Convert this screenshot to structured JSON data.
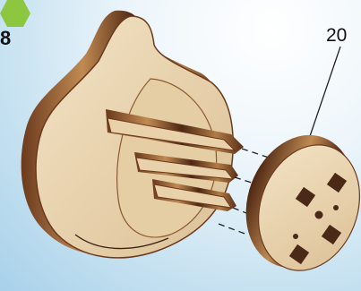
{
  "step": {
    "number": "8"
  },
  "callout": {
    "part_number": "20"
  },
  "colors": {
    "badge_green": "#8dc63f",
    "plywood_light": "#ecd7b2",
    "plywood_mid": "#c79a62",
    "plywood_dark": "#5a2e17",
    "background_blue": "#b5d9ee"
  },
  "icons": {
    "step_badge": "hexagon-badge",
    "guide_lines": "dashed-assembly-lines"
  }
}
